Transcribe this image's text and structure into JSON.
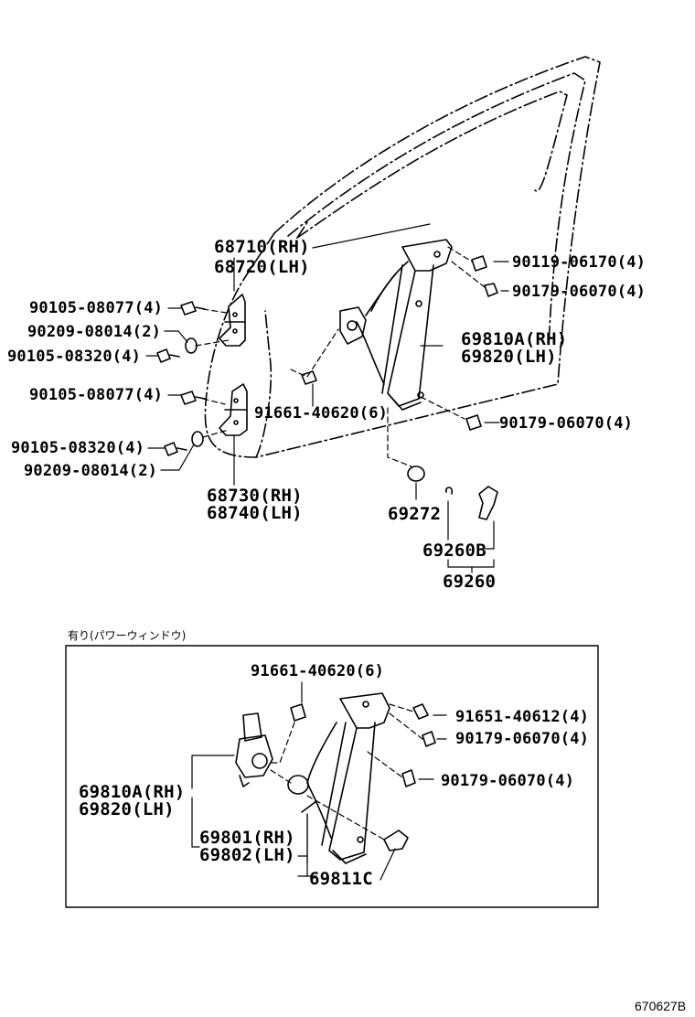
{
  "upper": {
    "labels": {
      "hinge_upper_rh": "68710(RH)",
      "hinge_upper_lh": "68720(LH)",
      "bolt_a": "90105-08077(4)",
      "washer_a": "90209-08014(2)",
      "bolt_b": "90105-08320(4)",
      "bolt_c": "90105-08077(4)",
      "bolt_d": "90105-08320(4)",
      "washer_b": "90209-08014(2)",
      "hinge_lower_rh": "68730(RH)",
      "hinge_lower_lh": "68740(LH)",
      "screw_a": "91661-40620(6)",
      "bolt_top": "90119-06170(4)",
      "nut_top": "90179-06070(4)",
      "regulator_rh": "69810A(RH)",
      "regulator_lh": "69820(LH)",
      "nut_bottom": "90179-06070(4)",
      "plate": "69272",
      "handle_sub": "69260B",
      "handle": "69260"
    }
  },
  "inset": {
    "title": "有り(パワーウィンドウ)",
    "labels": {
      "screw": "91661-40620(6)",
      "bolt": "91651-40612(4)",
      "nut_a": "90179-06070(4)",
      "nut_b": "90179-06070(4)",
      "motor_rh": "69810A(RH)",
      "motor_lh": "69820(LH)",
      "regulator_rh": "69801(RH)",
      "regulator_lh": "69802(LH)",
      "cover": "69811C"
    }
  },
  "figure_code": "670627B"
}
